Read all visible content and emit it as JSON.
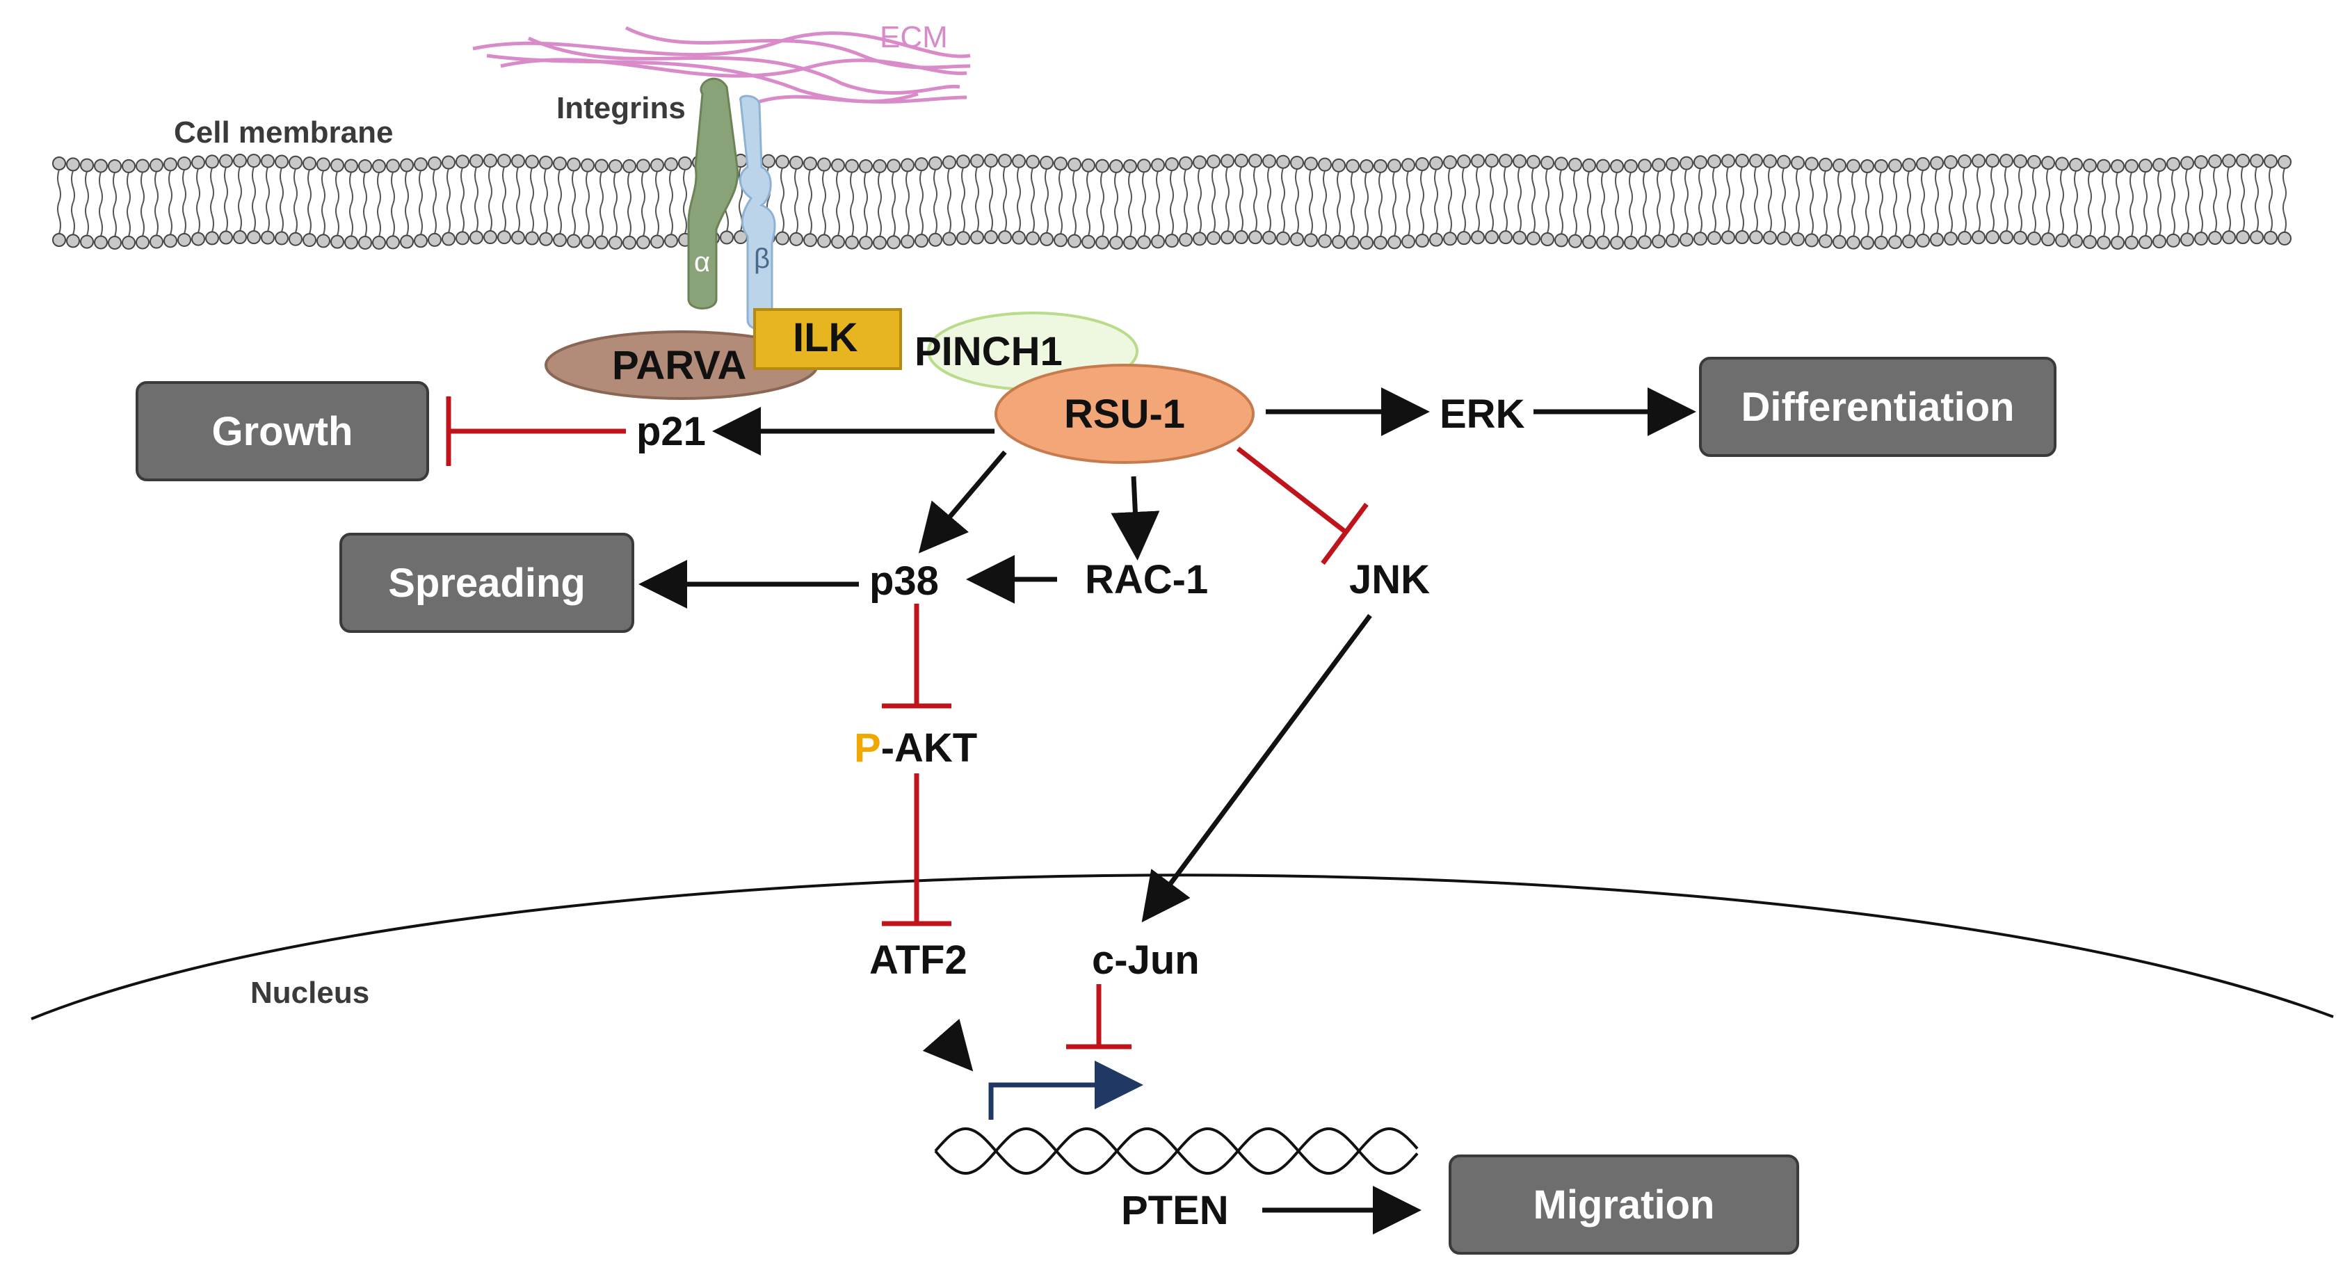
{
  "labels": {
    "ecm": "ECM",
    "cell_membrane": "Cell membrane",
    "integrins": "Integrins",
    "alpha": "α",
    "beta": "β",
    "nucleus": "Nucleus",
    "parva": "PARVA",
    "ilk": "ILK",
    "pinch1": "PINCH1",
    "rsu1": "RSU-1",
    "p21": "p21",
    "erk": "ERK",
    "p38": "p38",
    "rac1": "RAC-1",
    "jnk": "JNK",
    "pakt_prefix": "P",
    "pakt_suffix": "-AKT",
    "atf2": "ATF2",
    "cjun": "c-Jun",
    "pten": "PTEN"
  },
  "outcome_boxes": {
    "growth": "Growth",
    "differentiation": "Differentiation",
    "spreading": "Spreading",
    "migration": "Migration"
  },
  "colors": {
    "activation_arrow": "#111111",
    "inhibition": "#c0141c",
    "box_fill": "#6e6e6e",
    "ecm": "#d98ac8",
    "parva": "#b38b79",
    "ilk": "#e6b520",
    "pinch1": "#dff0c4",
    "rsu1": "#f3a779",
    "integrin_alpha": "#8aa277",
    "integrin_beta": "#bcd4ea",
    "phospho_p": "#f0a800",
    "transcription_arrow": "#1f3864"
  },
  "edges": [
    {
      "from": "rsu1",
      "to": "p21",
      "type": "activation"
    },
    {
      "from": "p21",
      "to": "growth",
      "type": "inhibition"
    },
    {
      "from": "rsu1",
      "to": "erk",
      "type": "activation"
    },
    {
      "from": "erk",
      "to": "differentiation",
      "type": "activation"
    },
    {
      "from": "rsu1",
      "to": "p38",
      "type": "activation"
    },
    {
      "from": "rsu1",
      "to": "rac1",
      "type": "activation"
    },
    {
      "from": "rac1",
      "to": "p38",
      "type": "activation"
    },
    {
      "from": "rsu1",
      "to": "jnk",
      "type": "inhibition"
    },
    {
      "from": "p38",
      "to": "spreading",
      "type": "activation"
    },
    {
      "from": "p38",
      "to": "p-akt",
      "type": "inhibition"
    },
    {
      "from": "p-akt",
      "to": "atf2",
      "type": "inhibition"
    },
    {
      "from": "jnk",
      "to": "c-jun",
      "type": "activation"
    },
    {
      "from": "atf2",
      "to": "pten",
      "type": "activation"
    },
    {
      "from": "c-jun",
      "to": "pten",
      "type": "inhibition"
    },
    {
      "from": "pten",
      "to": "migration",
      "type": "activation"
    }
  ]
}
